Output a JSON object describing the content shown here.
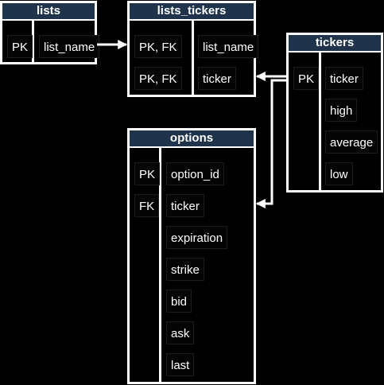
{
  "diagram": {
    "colors": {
      "background": "#000000",
      "header": "#1f344b",
      "border": "#ffffff",
      "text": "#ffffff"
    },
    "tables": {
      "lists": {
        "title": "lists",
        "rows": [
          {
            "key": "PK",
            "field": "list_name"
          }
        ]
      },
      "lists_tickers": {
        "title": "lists_tickers",
        "rows": [
          {
            "key": "PK, FK",
            "field": "list_name"
          },
          {
            "key": "PK, FK",
            "field": "ticker"
          }
        ]
      },
      "tickers": {
        "title": "tickers",
        "rows": [
          {
            "key": "PK",
            "field": "ticker"
          },
          {
            "key": "",
            "field": "high"
          },
          {
            "key": "",
            "field": "average"
          },
          {
            "key": "",
            "field": "low"
          }
        ]
      },
      "options": {
        "title": "options",
        "rows": [
          {
            "key": "PK",
            "field": "option_id"
          },
          {
            "key": "FK",
            "field": "ticker"
          },
          {
            "key": "",
            "field": "expiration"
          },
          {
            "key": "",
            "field": "strike"
          },
          {
            "key": "",
            "field": "bid"
          },
          {
            "key": "",
            "field": "ask"
          },
          {
            "key": "",
            "field": "last"
          }
        ]
      }
    },
    "relationships": [
      {
        "from": "lists.list_name",
        "to": "lists_tickers.list_name"
      },
      {
        "from": "tickers.ticker",
        "to": "lists_tickers.ticker"
      },
      {
        "from": "tickers.ticker",
        "to": "options.ticker"
      }
    ]
  }
}
